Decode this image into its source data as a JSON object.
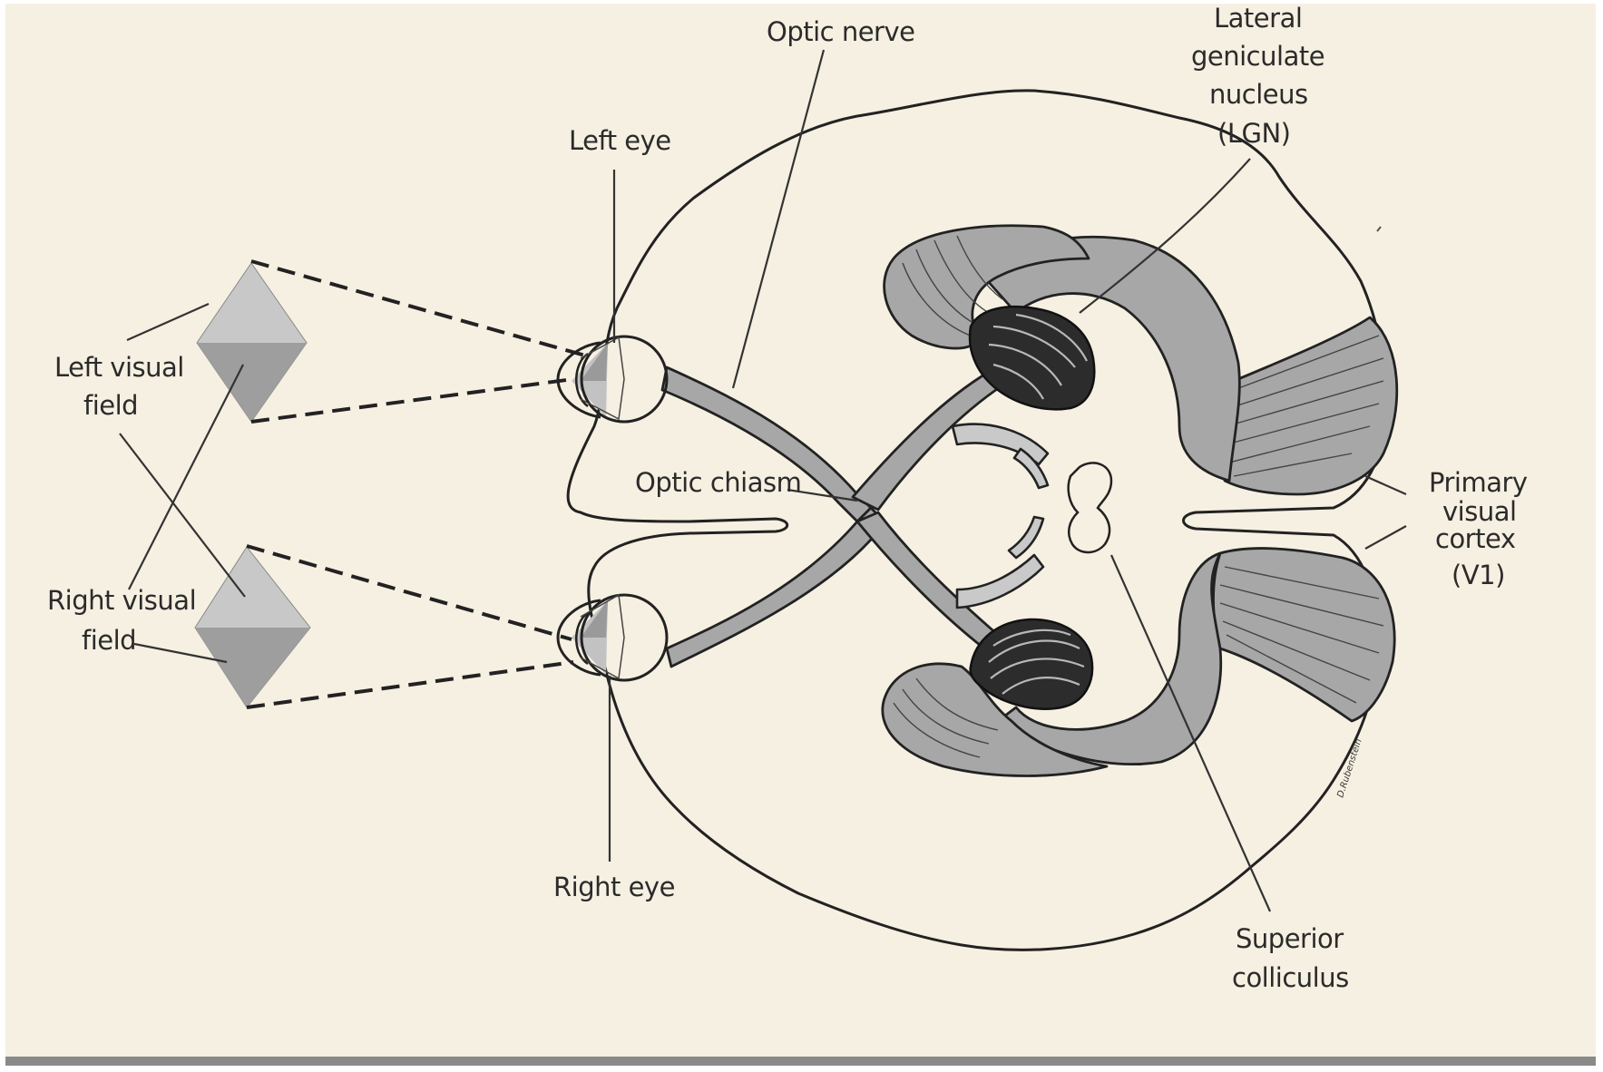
{
  "labels": {
    "optic_nerve": "Optic nerve",
    "left_eye": "Left eye",
    "lgn": [
      "Lateral",
      "geniculate",
      "nucleus",
      "(LGN)"
    ],
    "left_visual_field": [
      "Left visual",
      "field"
    ],
    "optic_chiasm": "Optic chiasm",
    "primary_visual_cortex": [
      "Primary",
      "visual",
      "cortex",
      "(V1)"
    ],
    "right_visual_field": [
      "Right visual",
      "field"
    ],
    "right_eye": "Right eye",
    "superior_colliculus": [
      "Superior",
      "colliculus"
    ],
    "signature": "D.Rubenstein"
  },
  "colors": {
    "paper": "#f6f0e2",
    "tract_fill": "#a7a7a7",
    "light_fill": "#c9c9c9",
    "lgn_fill": "#2c2c2c",
    "field_light": "#c8c8c8",
    "field_dark": "#9e9e9e",
    "ink": "#222222"
  }
}
